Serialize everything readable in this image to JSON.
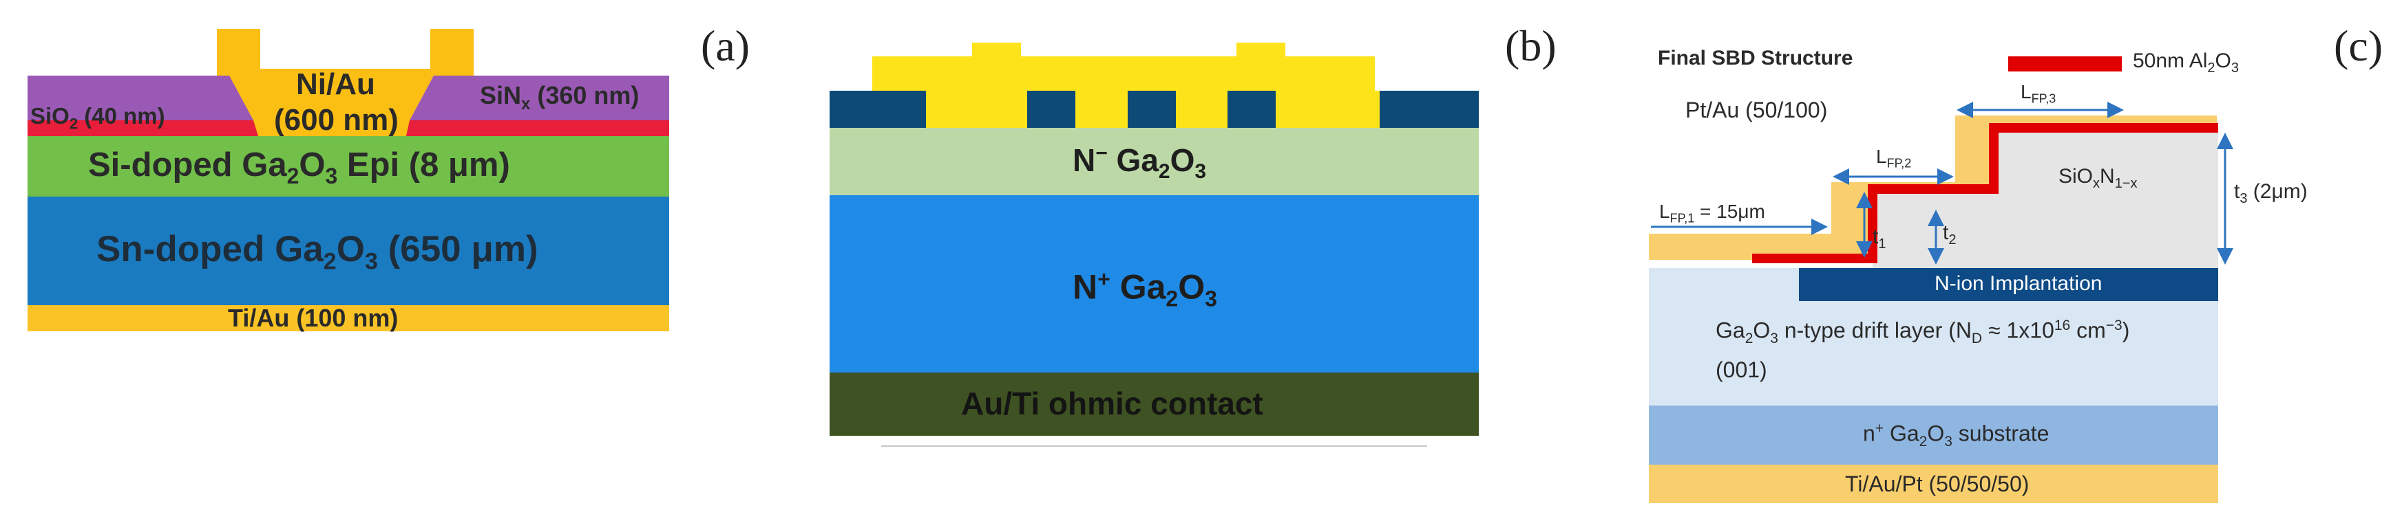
{
  "panel_a": {
    "label": "(a)",
    "metal_top": {
      "main": "Ni/Au",
      "thick": "(600 nm)"
    },
    "sio2": {
      "pre": "SiO",
      "sub": "2",
      "post": " (40 nm)"
    },
    "sinx": {
      "pre": "SiN",
      "sub": "x",
      "post": " (360 nm)"
    },
    "epi": {
      "pre": "Si-doped Ga",
      "sub1": "2",
      "mid": "O",
      "sub2": "3",
      "post": " Epi (8 μm)"
    },
    "substrate": {
      "pre": "Sn-doped Ga",
      "sub1": "2",
      "mid": "O",
      "sub2": "3",
      "post": " (650 μm)"
    },
    "back_contact": "Ti/Au (100 nm)",
    "colors": {
      "metal": "#fbbf14",
      "sio2": "#e81e3a",
      "sinx": "#9b59b6",
      "epi": "#72c04a",
      "substrate": "#1b7bc1",
      "back": "#fbc326"
    }
  },
  "panel_b": {
    "label": "(b)",
    "drift": {
      "pre": "N",
      "sup": "−",
      "mid": " Ga",
      "sub1": "2",
      "o": "O",
      "sub2": "3"
    },
    "substrate": {
      "pre": "N",
      "sup": "+",
      "mid": " Ga",
      "sub1": "2",
      "o": "O",
      "sub2": "3"
    },
    "ohmic": "Au/Ti ohmic contact",
    "colors": {
      "metal": "#fde319",
      "dielectric": "#0d4a78",
      "drift": "#bcd8a6",
      "substrate": "#1f8be6",
      "ohmic": "#3e5223"
    }
  },
  "panel_c": {
    "label": "(c)",
    "title": "Final SBD Structure",
    "legend_text": {
      "pre": "50nm Al",
      "sub1": "2",
      "o": "O",
      "sub2": "3"
    },
    "metal_label": "Pt/Au (50/100)",
    "lfp1": {
      "pre": "L",
      "sub": "FP,1",
      "post": " = 15μm"
    },
    "lfp2": {
      "pre": "L",
      "sub": "FP,2"
    },
    "lfp3": {
      "pre": "L",
      "sub": "FP,3"
    },
    "t1": {
      "pre": "t",
      "sub": "1"
    },
    "t2": {
      "pre": "t",
      "sub": "2"
    },
    "t3": {
      "pre": "t",
      "sub": "3",
      "post": " (2μm)"
    },
    "sion": {
      "pre": "SiO",
      "sub1": "x",
      "mid": "N",
      "sub2": "1−x"
    },
    "implant": "N-ion Implantation",
    "drift": {
      "pre": "Ga",
      "sub1": "2",
      "o": "O",
      "sub2": "3",
      "mid": " n-type drift layer (N",
      "subD": "D",
      "eq": " ≈ 1x10",
      "sup": "16",
      "unit": " cm",
      "sup2": "−3",
      "close": ")"
    },
    "orientation": "(001)",
    "substrate": {
      "pre": "n",
      "sup": "+",
      "mid": " Ga",
      "sub1": "2",
      "o": "O",
      "sub2": "3",
      "post": " substrate"
    },
    "back": "Ti/Au/Pt (50/50/50)",
    "colors": {
      "metal": "#f9cf6e",
      "al2o3": "#e00000",
      "sion": "#e5e5e5",
      "implant": "#0d4a86",
      "drift": "#d9e6f4",
      "substrate": "#8fb6e1",
      "back": "#f9cf6e",
      "arrow": "#2e74c0"
    }
  }
}
